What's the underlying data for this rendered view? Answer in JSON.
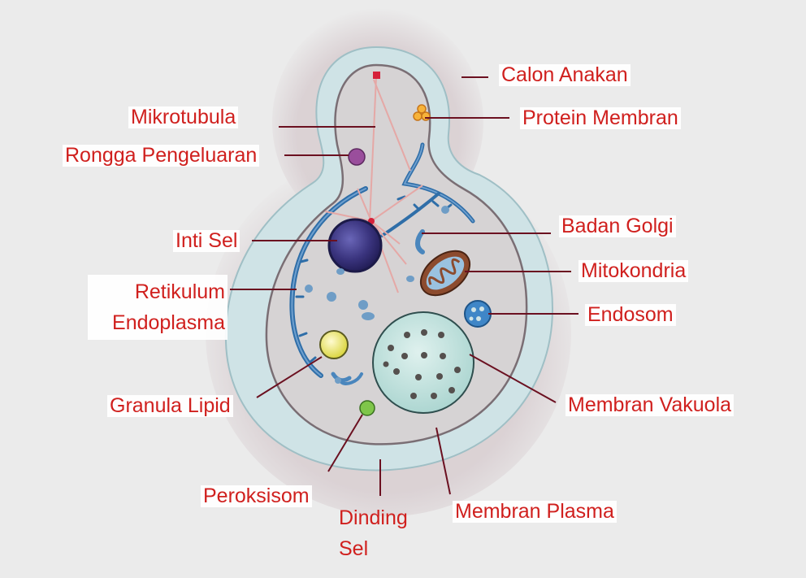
{
  "labels": {
    "calon_anakan": "Calon Anakan",
    "mikrotubula": "Mikrotubula",
    "protein_membran": "Protein Membran",
    "rongga_pengeluaran": "Rongga Pengeluaran",
    "badan_golgi": "Badan Golgi",
    "inti_sel": "Inti Sel",
    "mitokondria": "Mitokondria",
    "retikulum_1": "Retikulum",
    "retikulum_2": "Endoplasma",
    "endosom": "Endosom",
    "granula_lipid": "Granula Lipid",
    "membran_vakuola": "Membran Vakuola",
    "peroksisom": "Peroksisom",
    "dinding_1": "Dinding",
    "dinding_2": "Sel",
    "membran_plasma": "Membran Plasma"
  },
  "colors": {
    "label_text": "#d0201e",
    "leader_line": "#6b1020",
    "cell_wall": "#cfe3e6",
    "cytoplasm": "#d6d3d4",
    "nucleus": "#3a347e",
    "vacuole": "#bfe0dc",
    "er": "#2f6ea8",
    "lipid": "#f2ef6a",
    "peroxisome": "#7fc64a"
  }
}
